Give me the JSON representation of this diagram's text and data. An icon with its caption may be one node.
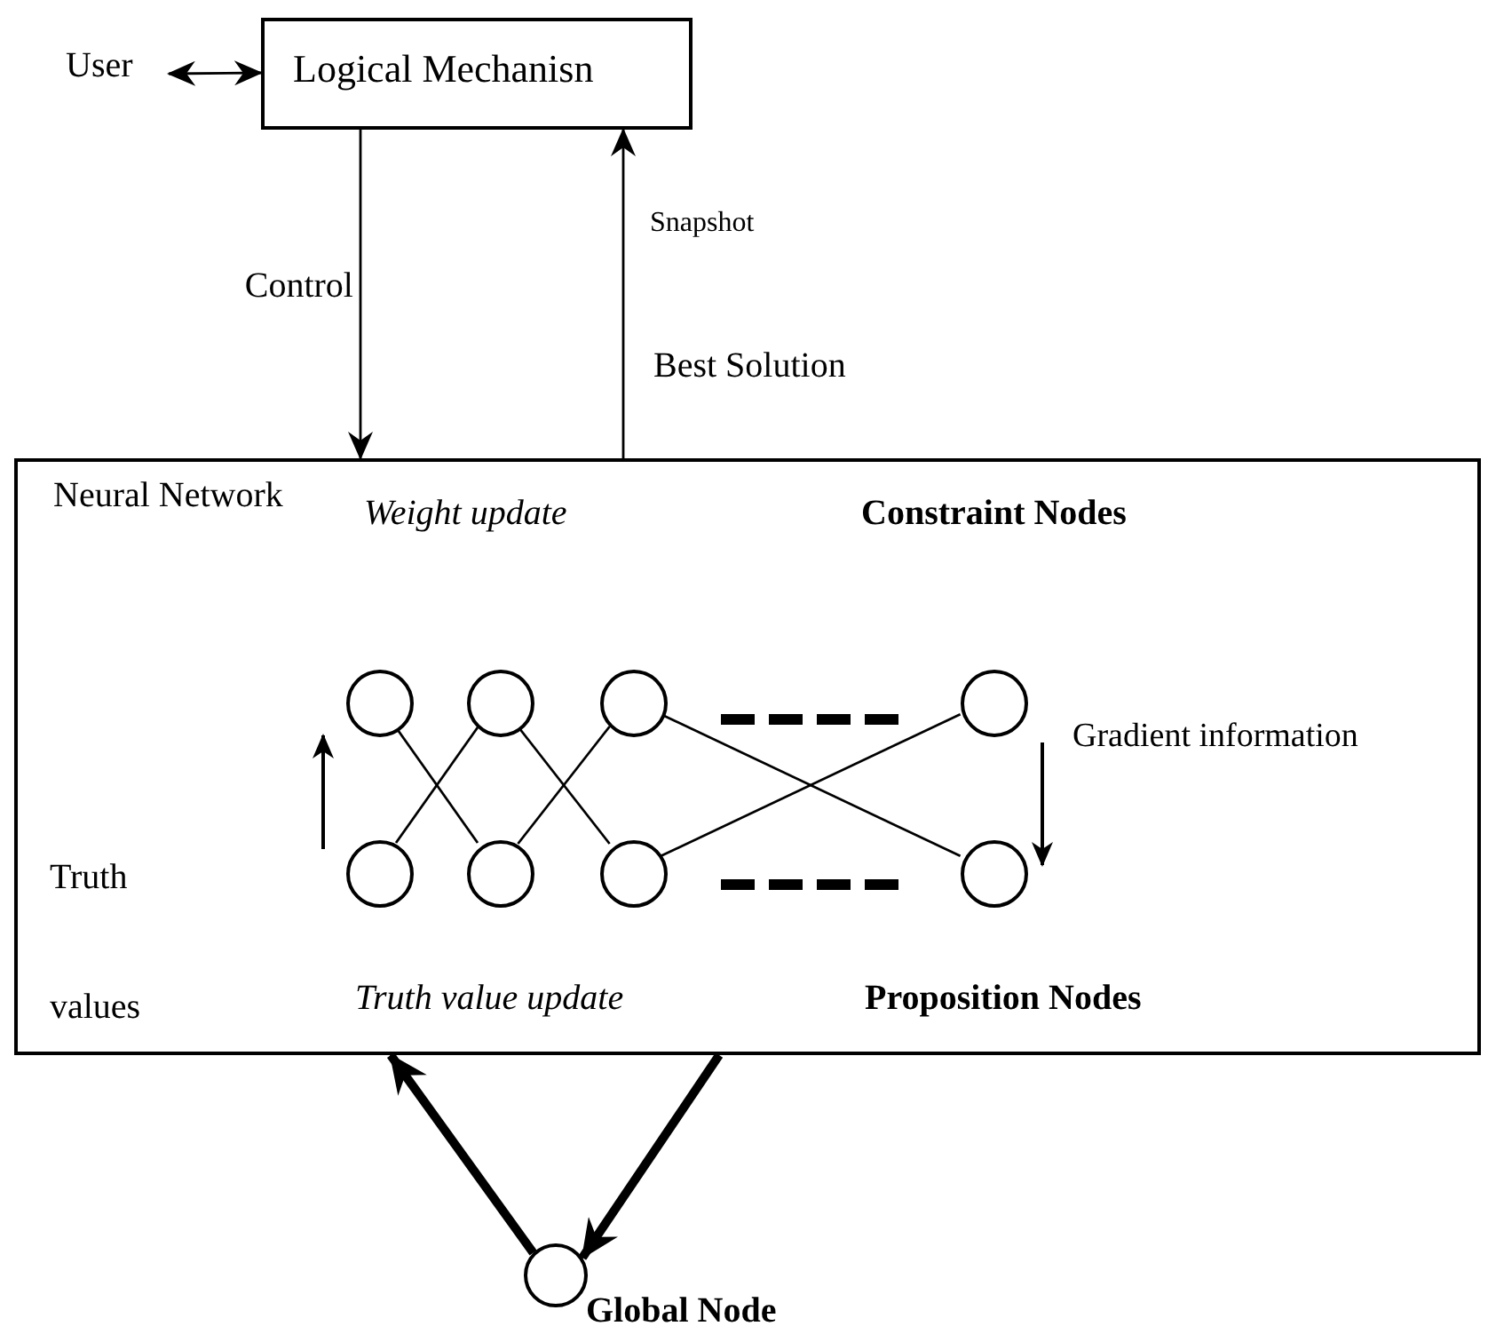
{
  "diagram": {
    "nodes": [
      {
        "text": [
          "User"
        ]
      },
      {
        "text": [
          "Logical Mechanisn"
        ]
      },
      {
        "text": [
          "Neural Network"
        ]
      },
      {
        "text": [],
        "shape": "circle",
        "in": 2
      },
      {
        "text": [],
        "shape": "circle",
        "in": 2
      },
      {
        "text": [],
        "shape": "circle",
        "in": 2
      },
      {
        "text": [],
        "shape": "circle",
        "in": 2
      },
      {
        "text": [],
        "shape": "circle",
        "in": 2
      },
      {
        "text": [],
        "shape": "circle",
        "in": 2
      },
      {
        "text": [],
        "shape": "circle",
        "in": 2
      },
      {
        "text": [],
        "shape": "circle",
        "in": 2
      },
      {
        "text": [],
        "shape": "circle",
        "beside": [
          "Global Node"
        ]
      }
    ],
    "edges": [
      {
        "from": 0,
        "to": 1,
        "arrow": "both"
      },
      {
        "from": 1,
        "to": 2,
        "arrow": "to",
        "label": "Control"
      },
      {
        "from": 2,
        "to": 1,
        "arrow": "to",
        "label": "Snapshot"
      },
      {
        "from": 3,
        "to": 8,
        "arrow": "none"
      },
      {
        "from": 4,
        "to": 7,
        "arrow": "none"
      },
      {
        "from": 4,
        "to": 9,
        "arrow": "none"
      },
      {
        "from": 5,
        "to": 8,
        "arrow": "none"
      },
      {
        "from": 5,
        "to": 10,
        "arrow": "none"
      },
      {
        "from": 6,
        "to": 9,
        "arrow": "none"
      },
      {
        "from": 11,
        "to": 2,
        "arrow": "to",
        "style": "thick"
      },
      {
        "from": 2,
        "to": 11,
        "arrow": "to",
        "style": "thick"
      }
    ],
    "labels": [
      "Best Solution",
      "Weight update",
      "Constraint Nodes",
      "Gradient information",
      "Truth values",
      "Truth value update",
      "Proposition Nodes"
    ]
  }
}
